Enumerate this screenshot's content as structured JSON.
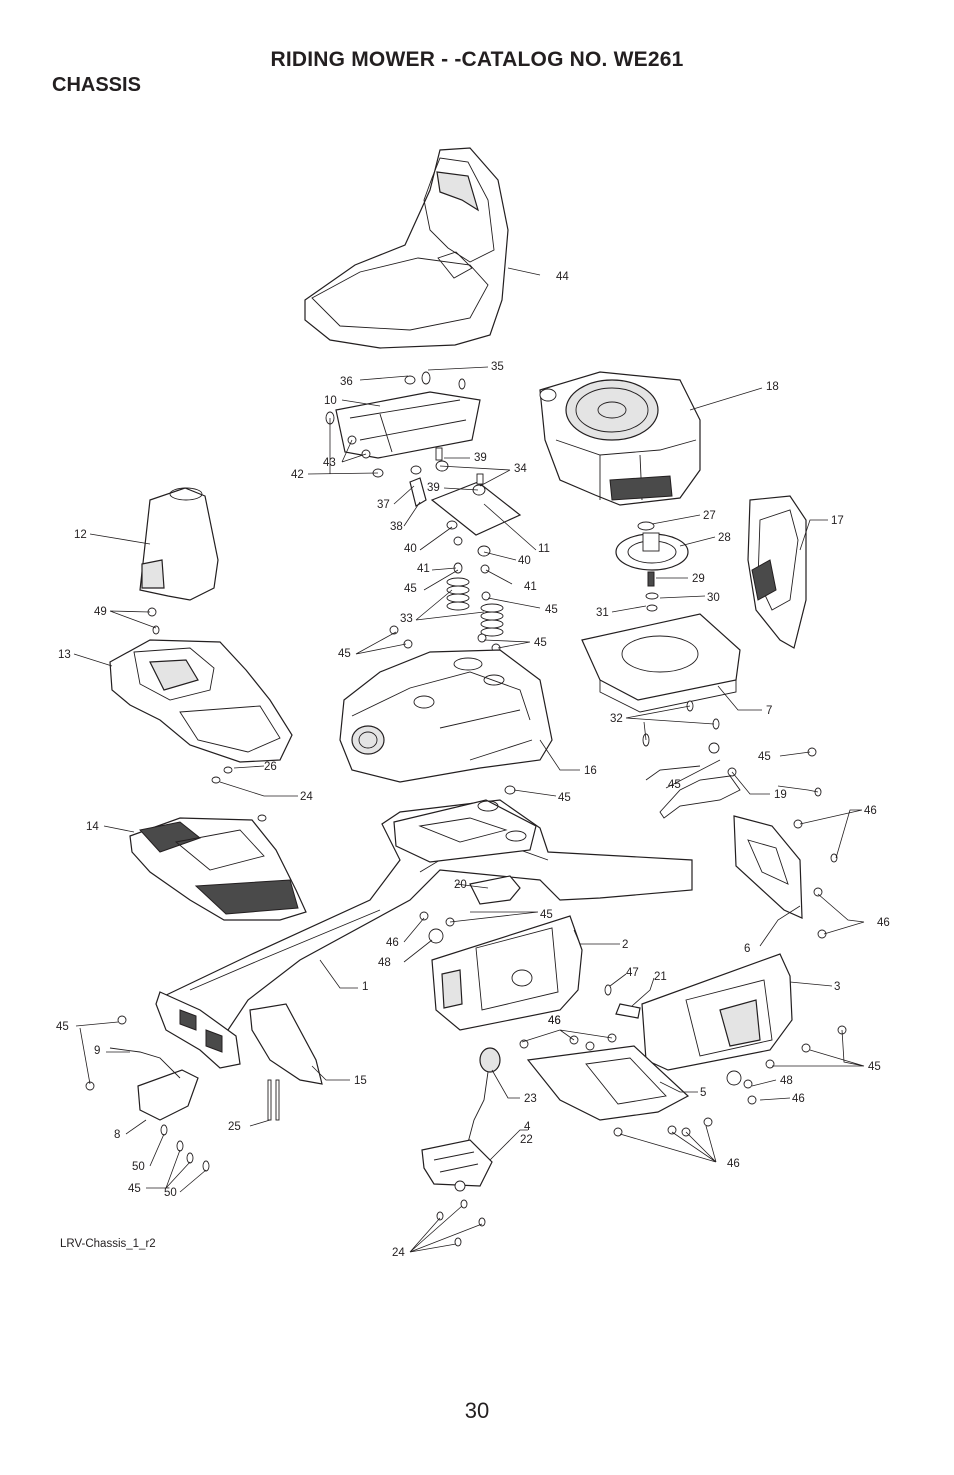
{
  "page": {
    "title": "RIDING MOWER - -CATALOG NO.   WE261",
    "section": "CHASSIS",
    "drawing_id": "LRV-Chassis_1_r2",
    "page_number": "30"
  },
  "callouts": [
    "44",
    "35",
    "36",
    "10",
    "43",
    "42",
    "37",
    "38",
    "39",
    "39",
    "34",
    "11",
    "40",
    "40",
    "41",
    "41",
    "45",
    "33",
    "45",
    "45",
    "45",
    "18",
    "27",
    "28",
    "29",
    "30",
    "31",
    "17",
    "7",
    "12",
    "49",
    "13",
    "16",
    "26",
    "24",
    "45",
    "32",
    "45",
    "19",
    "45",
    "46",
    "46",
    "14",
    "20",
    "45",
    "46",
    "48",
    "2",
    "1",
    "6",
    "47",
    "21",
    "3",
    "45",
    "9",
    "46",
    "46",
    "45",
    "48",
    "46",
    "5",
    "15",
    "23",
    "8",
    "25",
    "4",
    "22",
    "46",
    "50",
    "45",
    "50",
    "24"
  ]
}
